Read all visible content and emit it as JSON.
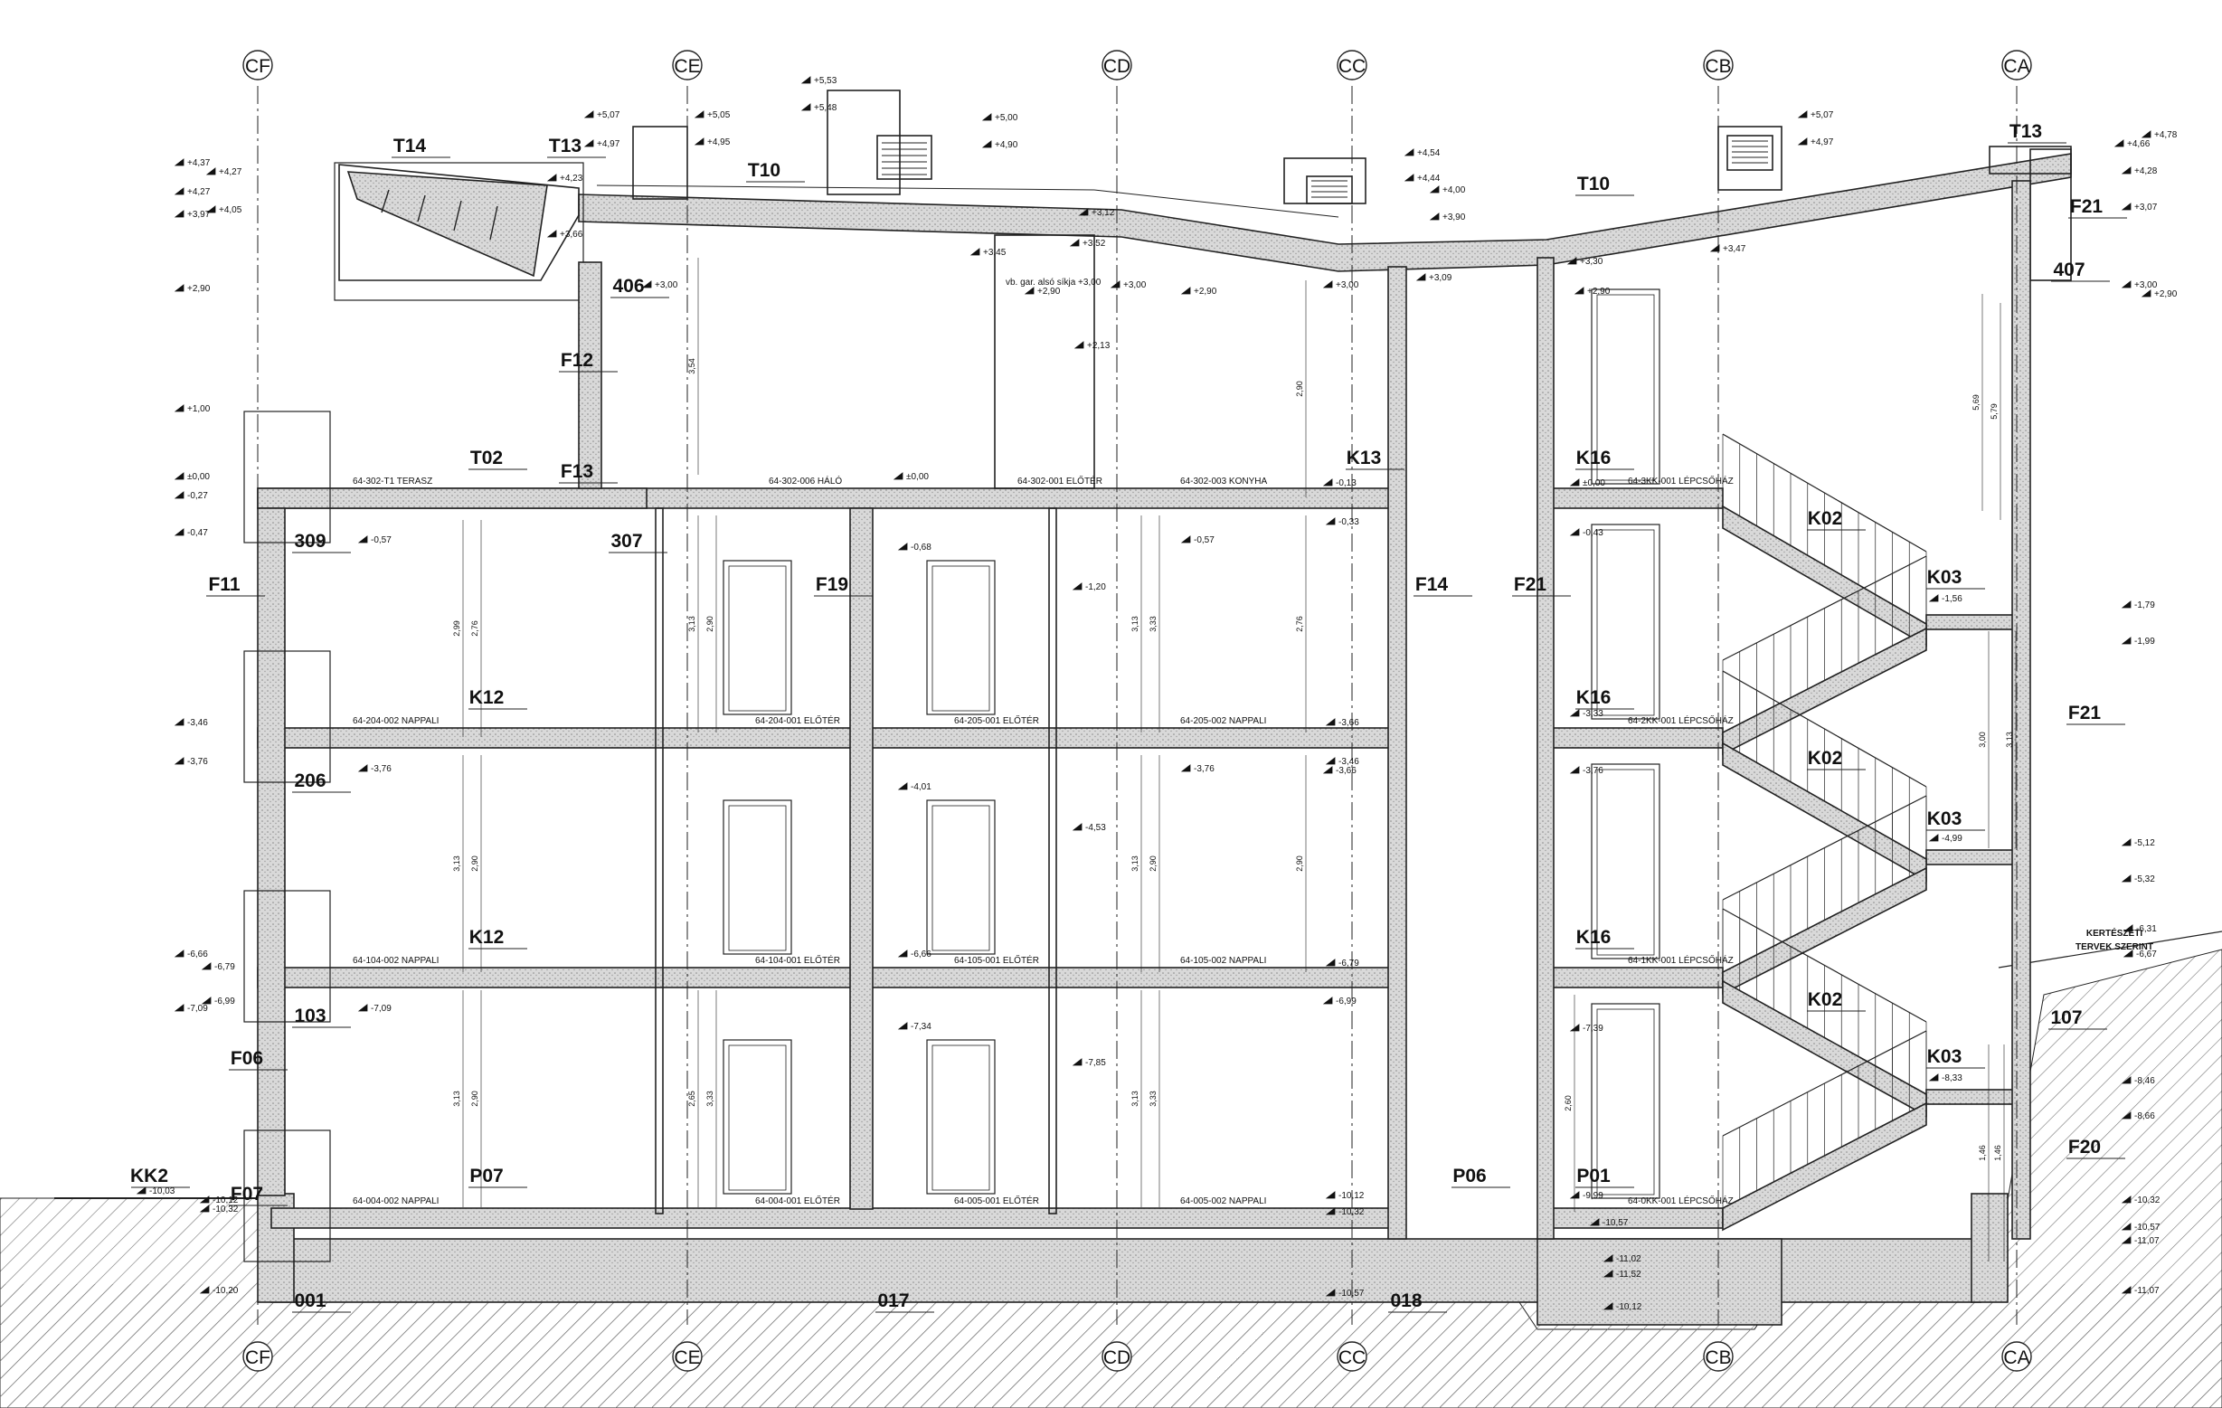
{
  "axes": [
    "CF",
    "CE",
    "CD",
    "CC",
    "CB",
    "CA"
  ],
  "tags": [
    "T14",
    "T13",
    "T10",
    "T10",
    "T13",
    "F21",
    "406",
    "407",
    "F12",
    "T02",
    "F13",
    "K13",
    "K16",
    "309",
    "307",
    "F11",
    "F19",
    "F14",
    "F21",
    "K02",
    "K03",
    "K12",
    "K16",
    "206",
    "K02",
    "K03",
    "F21",
    "K12",
    "K16",
    "103",
    "K02",
    "107",
    "K03",
    "F06",
    "F20",
    "KK2",
    "F07",
    "P07",
    "P06",
    "P01",
    "001",
    "017",
    "018"
  ],
  "rooms": [
    "64-302-T1 TERASZ",
    "64-302-006 HÁLÓ",
    "64-302-001 ELŐTÉR",
    "64-302-003 KONYHA",
    "64-3KK-001 LÉPCSŐHÁZ",
    "64-204-002 NAPPALI",
    "64-204-001 ELŐTÉR",
    "64-205-001 ELŐTÉR",
    "64-205-002 NAPPALI",
    "64-2KK-001 LÉPCSŐHÁZ",
    "64-104-002 NAPPALI",
    "64-104-001 ELŐTÉR",
    "64-105-001 ELŐTÉR",
    "64-105-002 NAPPALI",
    "64-1KK-001 LÉPCSŐHÁZ",
    "64-004-002 NAPPALI",
    "64-004-001 ELŐTÉR",
    "64-005-001 ELŐTÉR",
    "64-005-002 NAPPALI",
    "64-0KK-001 LÉPCSŐHÁZ"
  ],
  "levels": [
    "+5,07",
    "+4,97",
    "+5,05",
    "+4,95",
    "+5,53",
    "+5,48",
    "+5,00",
    "+4,90",
    "+4,54",
    "+4,44",
    "+4,00",
    "+3,90",
    "+5,07",
    "+4,97",
    "+4,66",
    "+4,78",
    "+4,37",
    "+4,27",
    "+4,27",
    "+4,05",
    "+3,97",
    "+4,23",
    "+3,66",
    "+3,12",
    "+3,45",
    "+3,52",
    "+3,00",
    "+3,00",
    "+2,90",
    "+3,30",
    "+3,47",
    "+4,28",
    "+3,07",
    "+3,00",
    "+2,90",
    "+2,90",
    "+3,00",
    "+2,90",
    "+3,09",
    "+2,90",
    "+2,13",
    "+1,00",
    "±0,00",
    "±0,00",
    "-0,13",
    "±0,00",
    "-0,27",
    "-0,47",
    "-0,57",
    "-0,68",
    "-0,57",
    "-0,33",
    "-0,43",
    "-1,20",
    "-1,56",
    "-1,79",
    "-1,99",
    "-3,46",
    "-3,76",
    "-3,66",
    "-3,76",
    "-3,33",
    "-3,46",
    "-3,76",
    "-3,66",
    "-3,76",
    "-4,01",
    "-4,53",
    "-4,99",
    "-5,12",
    "-5,32",
    "-6,66",
    "-6,79",
    "-6,99",
    "-7,09",
    "-6,66",
    "-6,79",
    "-6,99",
    "-7,09",
    "-6,31",
    "-6,67",
    "-7,34",
    "-7,85",
    "-7,39",
    "-8,33",
    "-8,46",
    "-8,66",
    "-9,99",
    "-10,03",
    "-10,12",
    "-10,32",
    "-10,12",
    "-10,32",
    "-10,57",
    "-11,02",
    "-11,52",
    "-10,12",
    "-10,32",
    "-10,57",
    "-11,07",
    "-11,07",
    "-10,20",
    "-10,57"
  ],
  "dims": [
    "3,13",
    "2,90",
    "3,13",
    "2,90",
    "2,99",
    "2,76",
    "3,13",
    "2,90",
    "3,13",
    "2,90",
    "2,65",
    "3,33",
    "3,13",
    "3,33",
    "2,90",
    "3,13",
    "3,33",
    "2,76",
    "3,54",
    "2,90",
    "3,00",
    "3,13",
    "5,69",
    "5,79",
    "2,60",
    "1,46",
    "1,46"
  ],
  "notes": [
    "vb. gar. alsó síkja +3,00",
    "KERTÉSZETI",
    "TERVEK SZERINT"
  ]
}
